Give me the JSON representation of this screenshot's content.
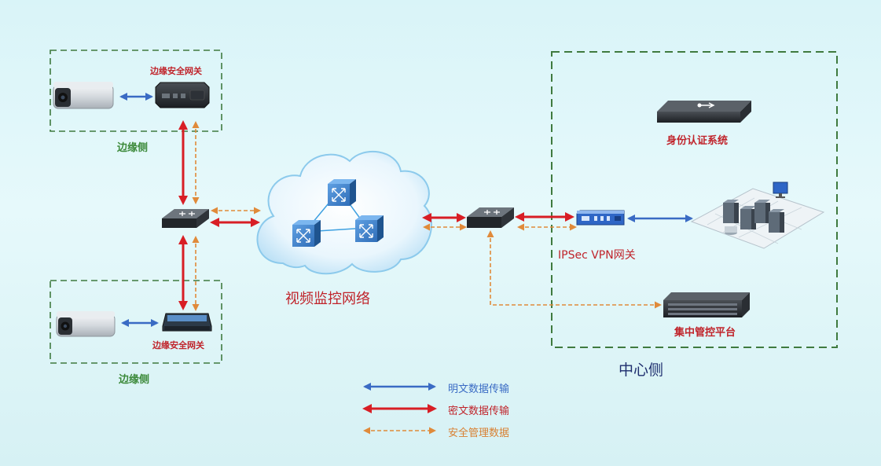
{
  "labels": {
    "edge_gateway_top": "边缘安全网关",
    "edge_side_top": "边缘侧",
    "edge_gateway_bottom": "边缘安全网关",
    "edge_side_bottom": "边缘侧",
    "network": "视频监控网络",
    "vpn_gateway": "IPSec VPN网关",
    "auth_system": "身份认证系统",
    "mgmt_platform": "集中管控平台",
    "center_side": "中心侧"
  },
  "legend": [
    {
      "label": "明文数据传输",
      "color": "#3a6bc4"
    },
    {
      "label": "密文数据传输",
      "color": "#d81e25"
    },
    {
      "label": "安全管理数据",
      "color": "#e08a3a"
    }
  ],
  "colors": {
    "plain": "#3a6bc4",
    "cipher": "#d81e25",
    "mgmt": "#e08a3a",
    "zone_border": "#3f7a3f"
  },
  "icons": [
    "camera-icon",
    "edge-gateway-icon",
    "switch-icon",
    "cloud-icon",
    "server-icon",
    "vpn-gateway-icon",
    "datacenter-icon"
  ]
}
